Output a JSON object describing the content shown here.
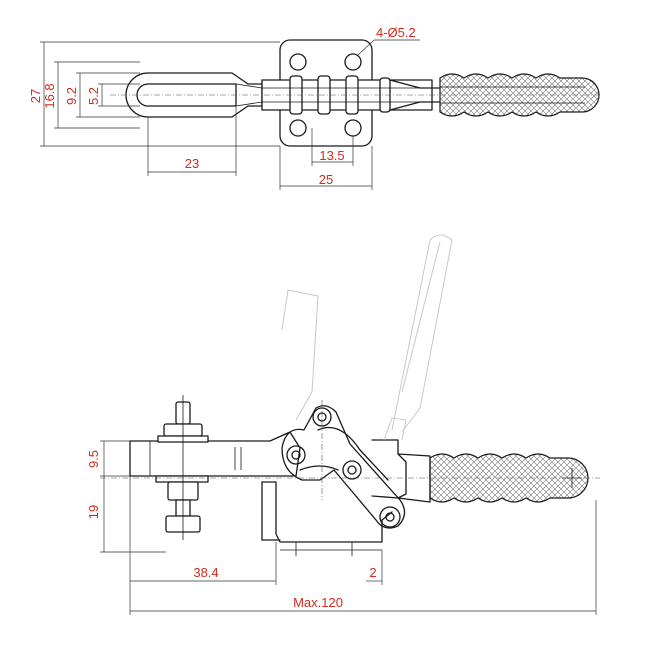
{
  "colors": {
    "line": "#1a1a1a",
    "dimension_text": "#d42a1e",
    "ghost_outline": "#c8c8c8",
    "background": "#ffffff"
  },
  "dimensions": {
    "holes": "4-Ø5.2",
    "overall_width": "27",
    "slot_outer": "16.8",
    "slot_inner": "9.2",
    "slot_width": "5.2",
    "slot_length": "23",
    "hole_spacing": "13.5",
    "base_width": "25",
    "arm_height": "9.5",
    "spindle_height": "19",
    "arm_reach": "38.4",
    "base_offset": "2",
    "max_length": "Max.120"
  }
}
